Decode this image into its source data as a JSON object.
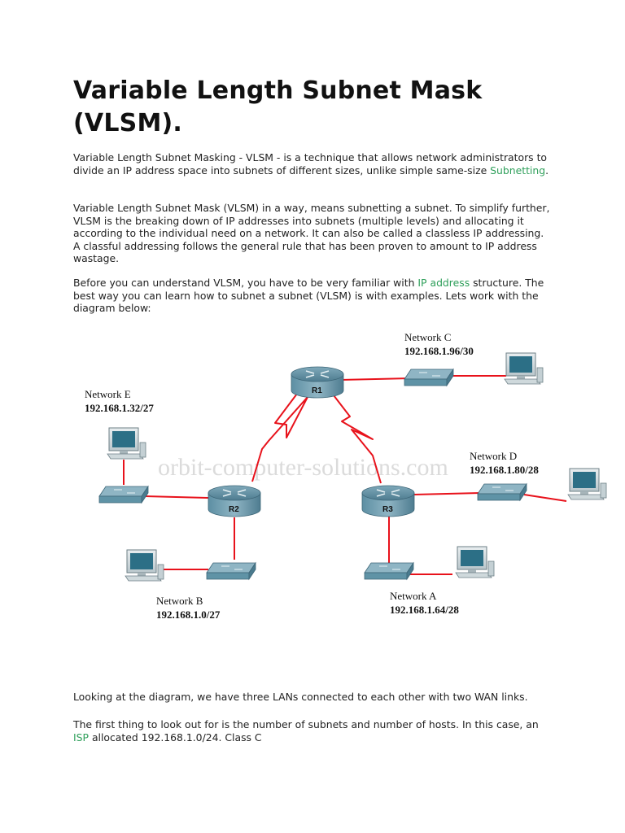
{
  "title": "Variable Length Subnet Mask (VLSM).",
  "intro": {
    "text1": "Variable Length Subnet Masking - VLSM -  is a technique that allows network administrators to divide an IP address space into subnets of different sizes, unlike simple same-size ",
    "link": "Subnetting",
    "text2": "."
  },
  "para2": " Variable Length Subnet Mask (VLSM) in a way, means subnetting a subnet. To simplify further, VLSM is the breaking down of IP addresses into subnets (multiple levels) and allocating it according to the individual need on a network. It can also be called a classless IP addressing. A classful addressing follows the general rule that has been proven to amount to IP address wastage.",
  "para3": {
    "text1": "Before you can understand VLSM, you have to be very familiar with ",
    "link": "IP address",
    "text2": " structure. The best way you can learn how to subnet a subnet (VLSM) is with examples. Lets work with the diagram below:"
  },
  "diagram": {
    "watermark": "orbit-computer-solutions.com",
    "routers": {
      "r1": "R1",
      "r2": "R2",
      "r3": "R3"
    },
    "networks": {
      "c": {
        "name": "Network C",
        "ip": "192.168.1.96/30"
      },
      "e": {
        "name": "Network E",
        "ip": "192.168.1.32/27"
      },
      "d": {
        "name": "Network D",
        "ip": "192.168.1.80/28"
      },
      "b": {
        "name": "Network B",
        "ip": "192.168.1.0/27"
      },
      "a": {
        "name": "Network A",
        "ip": "192.168.1.64/28"
      }
    },
    "colors": {
      "link": "#e8121b",
      "router": "#4f7f93",
      "switch": "#5f93a6"
    }
  },
  "para4": "Looking at the diagram, we have three LANs connected to each other with two WAN links.",
  "para5": {
    "text1": "The first thing to look out for is the number of subnets and number of hosts. In this case, an ",
    "link": "ISP",
    "text2": " allocated 192.168.1.0/24. Class C"
  }
}
